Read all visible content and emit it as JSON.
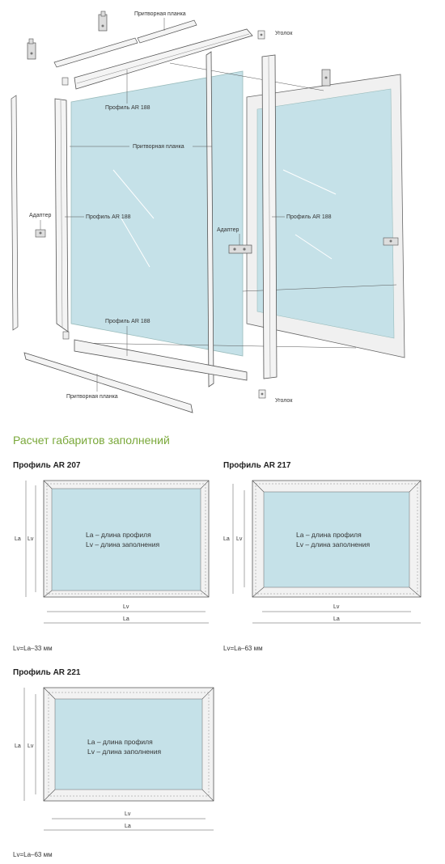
{
  "exploded": {
    "labels": {
      "pritvornaya_top": "Притворная планка",
      "ugolok_top": "Уголок",
      "profile_top": "Профиль AR 188",
      "pritvornaya_mid": "Притворная планка",
      "adapter_left": "Адаптер",
      "profile_left": "Профиль AR 188",
      "adapter_right": "Адаптер",
      "profile_right": "Профиль AR 188",
      "profile_bottom": "Профиль AR 188",
      "pritvornaya_bottom": "Притворная планка",
      "ugolok_bottom": "Уголок"
    }
  },
  "section_title": "Расчет габаритов заполнений",
  "profiles": [
    {
      "title": "Профиль AR 207",
      "note1": "La – длина профиля",
      "note2": "Lv – длина заполнения",
      "dim_la": "La",
      "dim_lv": "Lv",
      "formula": "Lv=La–33 мм"
    },
    {
      "title": "Профиль AR 217",
      "note1": "La – длина профиля",
      "note2": "Lv – длина заполнения",
      "dim_la": "La",
      "dim_lv": "Lv",
      "formula": "Lv=La–63 мм"
    },
    {
      "title": "Профиль AR 221",
      "note1": "La – длина профиля",
      "note2": "Lv – длина заполнения",
      "dim_la": "La",
      "dim_lv": "Lv",
      "formula": "Lv=La–63 мм"
    }
  ],
  "colors": {
    "glass": "#c5e1e8",
    "accent_green": "#7aa83a",
    "frame_fill": "#f0f0f0",
    "stroke": "#555555"
  }
}
